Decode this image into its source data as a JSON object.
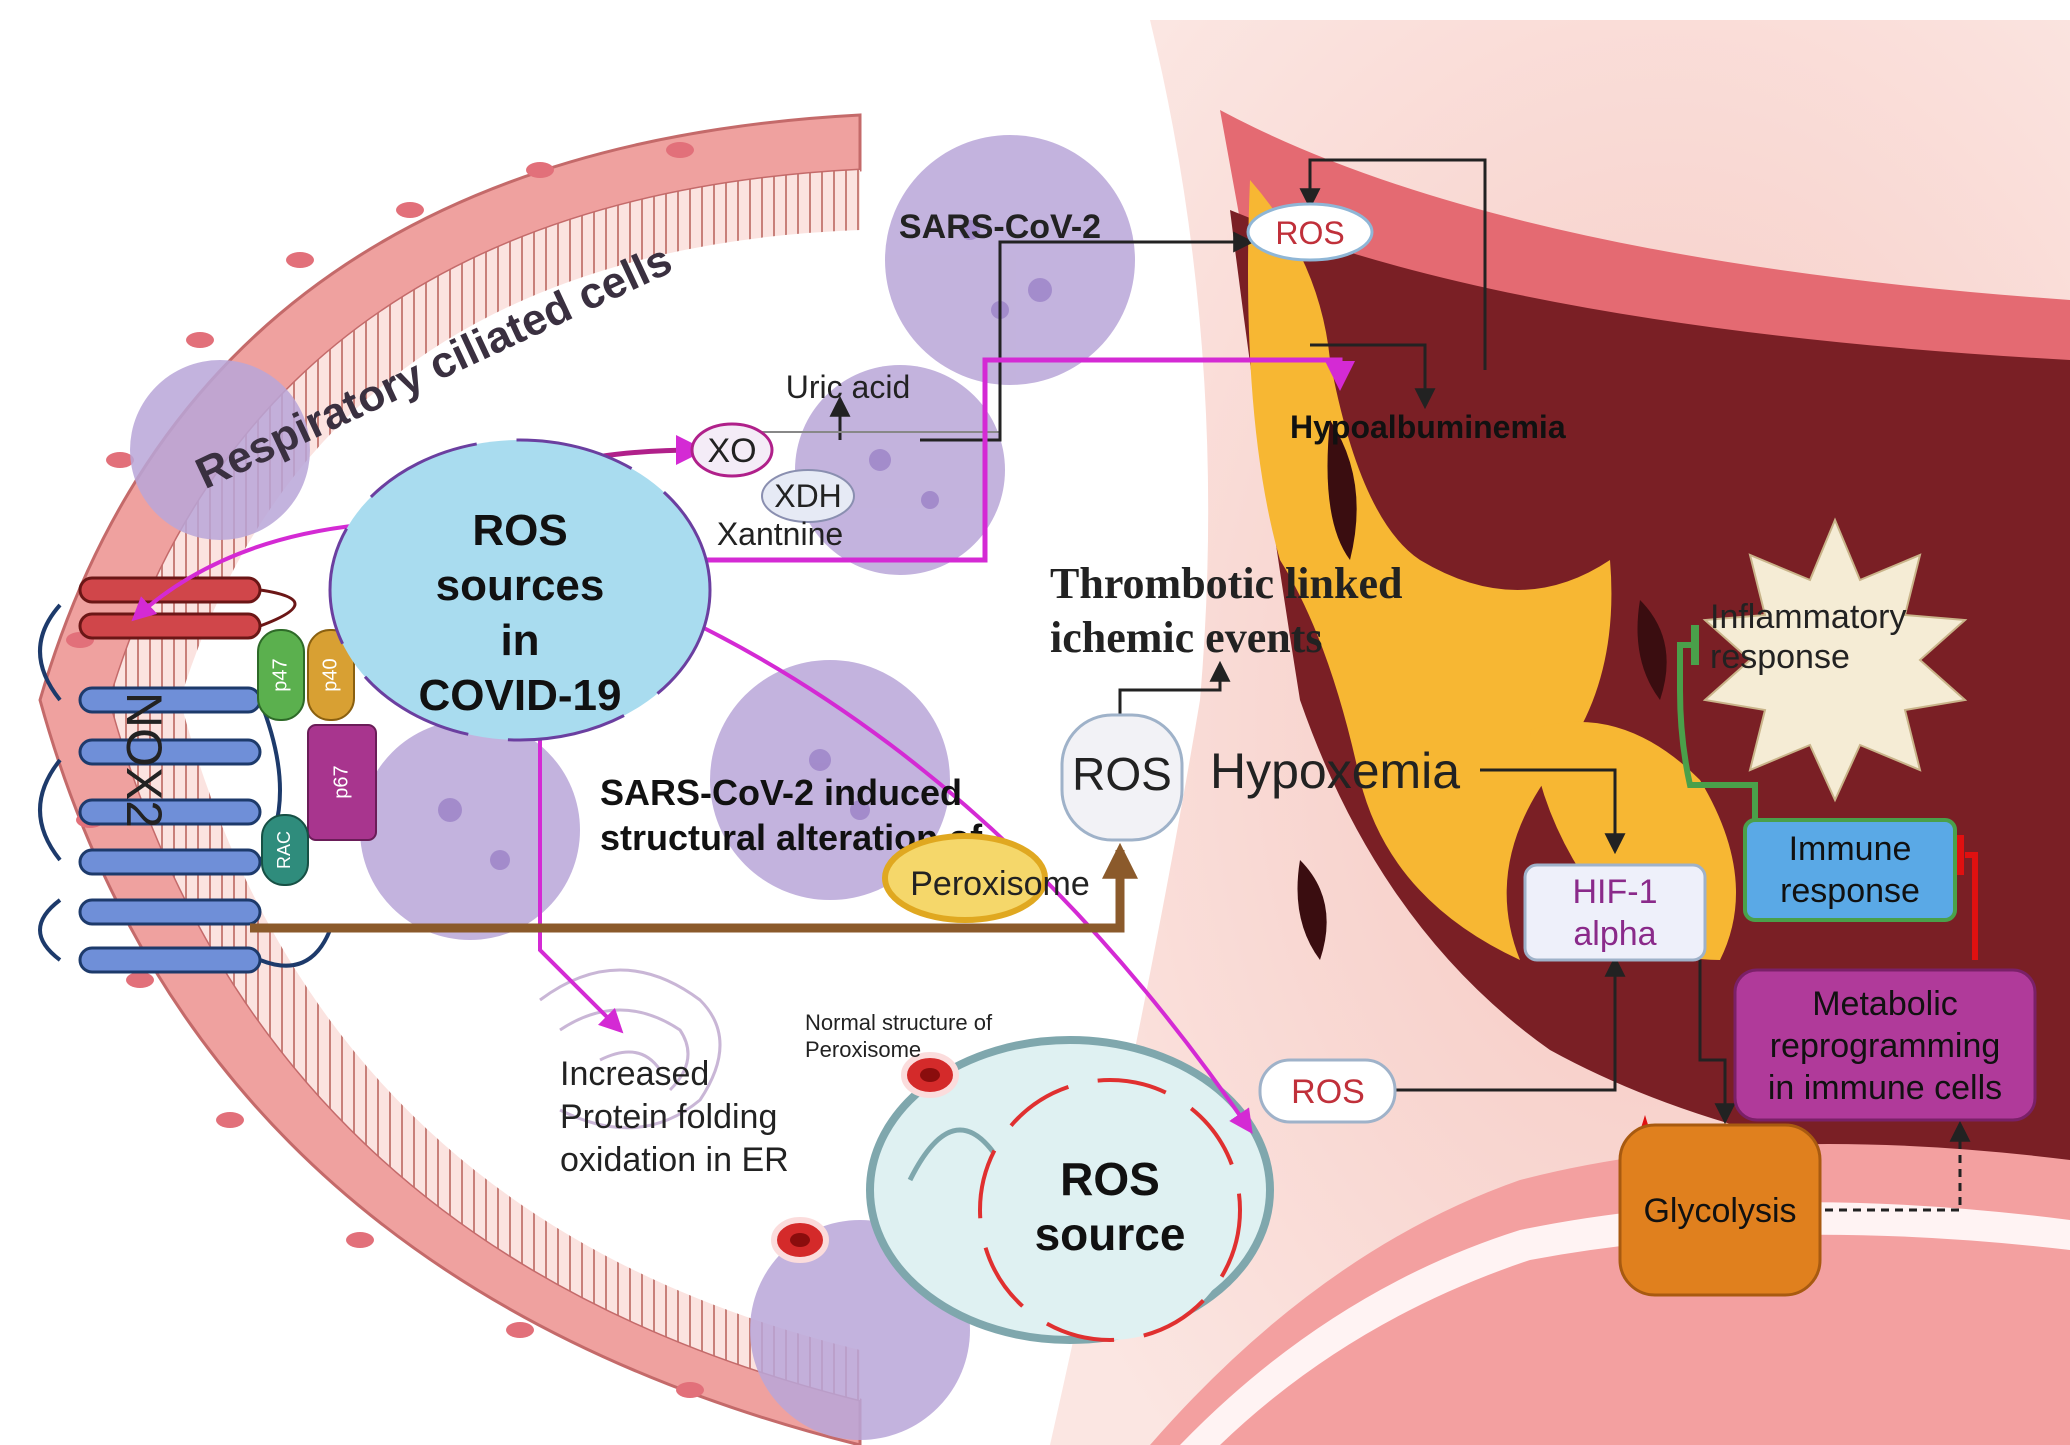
{
  "labels": {
    "respiratory_cells": "Respiratory ciliated cells",
    "sars_top": "SARS-CoV-2",
    "ros_top": "ROS",
    "uric_acid": "Uric acid",
    "xo": "XO",
    "xdh": "XDH",
    "xanthine": "Xantnine",
    "hypoalbuminemia": "Hypoalbuminemia",
    "ros_sources_line1": "ROS",
    "ros_sources_line2": "sources",
    "ros_sources_line3": "in",
    "ros_sources_line4": "COVID-19",
    "nox2": "NOX2",
    "p47": "p47",
    "p40": "p40",
    "p67": "p67",
    "rac": "RAC",
    "thrombotic_line1": "Thrombotic linked",
    "thrombotic_line2": "ichemic events",
    "ros_mid": "ROS",
    "hypoxemia": "Hypoxemia",
    "sars_induced_line1": "SARS-CoV-2 induced",
    "sars_induced_line2": "structural alteration of",
    "peroxisome": "Peroxisome",
    "inflammatory_line1": "Inflammatory",
    "inflammatory_line2": "response",
    "immune_line1": "Immune",
    "immune_line2": "response",
    "hif_line1": "HIF-1",
    "hif_line2": "alpha",
    "metabolic_line1": "Metabolic",
    "metabolic_line2": "reprogramming",
    "metabolic_line3": "in immune cells",
    "normal_line1": "Normal structure  of",
    "normal_line2": "Peroxisome",
    "er_line1": "Increased",
    "er_line2": "Protein folding",
    "er_line3": "oxidation in ER",
    "ros_right": "ROS",
    "ros_source_line1": "ROS",
    "ros_source_line2": "source",
    "glycolysis": "Glycolysis"
  },
  "colors": {
    "magenta_arrow": "#d42ad4",
    "brown_arrow": "#8b5a2b",
    "green_inhibit": "#4aa04a",
    "red_inhibit": "#e01010",
    "ros_bubble": "#a9dcef",
    "immune_box": "#5aa9e6",
    "metabolic_box": "#b03a9a",
    "glycolysis_box": "#e0801e"
  }
}
